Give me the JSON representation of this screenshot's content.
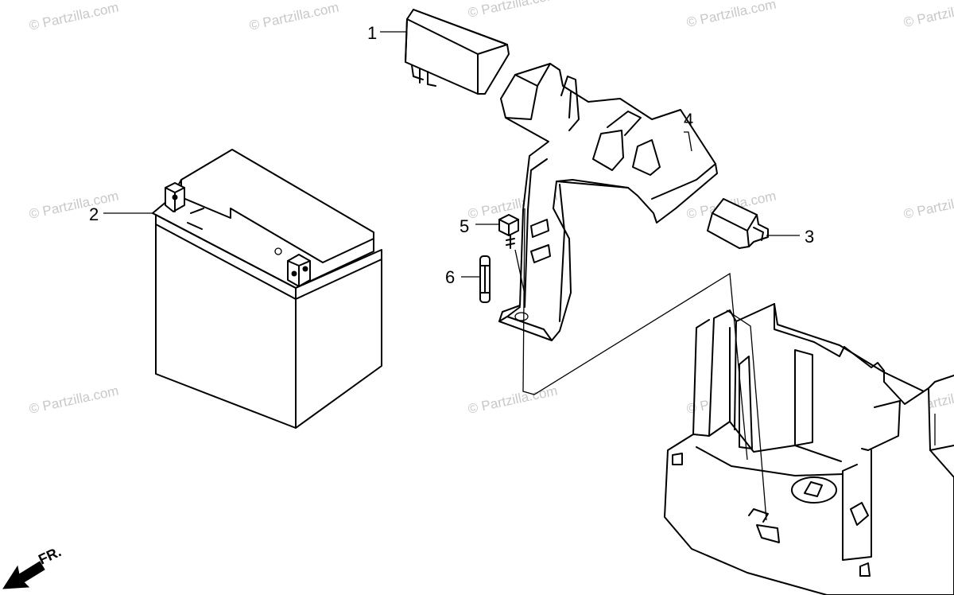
{
  "watermark": "© Partzilla.com",
  "callouts": {
    "c1": "1",
    "c2": "2",
    "c3": "3",
    "c4": "4",
    "c5": "5",
    "c6": "6"
  },
  "direction": {
    "label": "FR."
  }
}
